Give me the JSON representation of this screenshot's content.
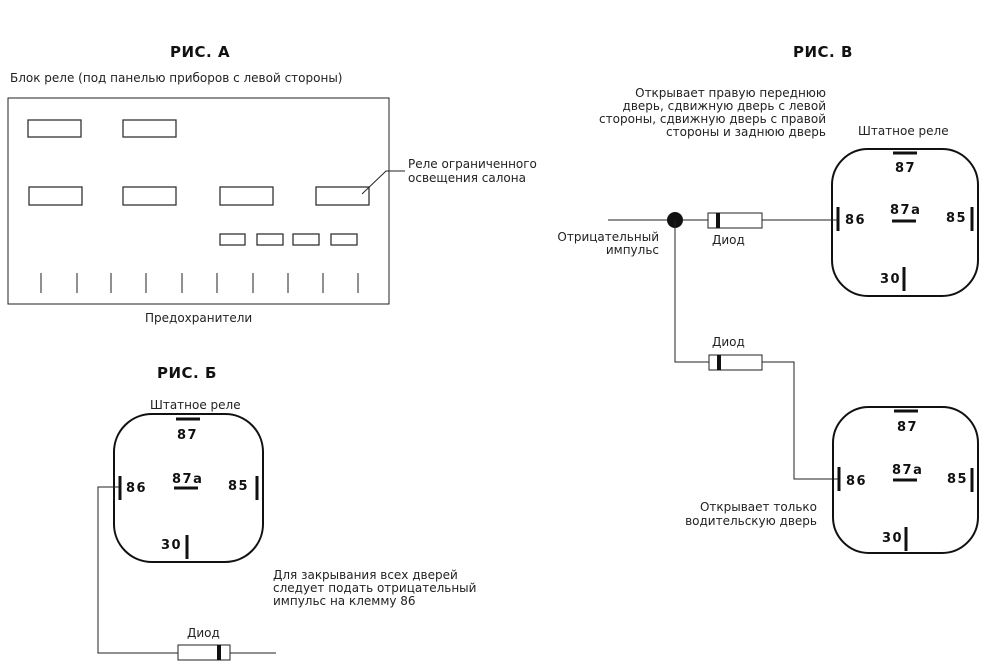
{
  "figures": {
    "a": {
      "title": "РИС. А",
      "caption": "Блок реле (под панелью приборов с левой стороны)",
      "relay_label": [
        "Реле ограниченного",
        "освещения салона"
      ],
      "fuses_label": "Предохранители"
    },
    "b": {
      "title": "РИС. Б",
      "relay_title": "Штатное реле",
      "pins": {
        "p87": "87",
        "p87a": "87a",
        "p86": "86",
        "p85": "85",
        "p30": "30"
      },
      "note": [
        "Для закрывания всех дверей",
        "следует подать отрицательный",
        "импульс на клемму 86"
      ],
      "diode_label": "Диод"
    },
    "c": {
      "title": "РИС. В",
      "top_note": [
        "Открывает правую переднюю",
        "дверь, сдвижную дверь с левой",
        "стороны, сдвижную дверь с правой",
        "стороны и заднюю дверь"
      ],
      "relay_title": "Штатное реле",
      "impulse_label": [
        "Отрицательный",
        "импульс"
      ],
      "diode1_label": "Диод",
      "diode2_label": "Диод",
      "bottom_note": [
        "Открывает только",
        "водительскую дверь"
      ],
      "relay1_pins": {
        "p87": "87",
        "p87a": "87a",
        "p86": "86",
        "p85": "85",
        "p30": "30"
      },
      "relay2_pins": {
        "p87": "87",
        "p87a": "87a",
        "p86": "86",
        "p85": "85",
        "p30": "30"
      }
    }
  }
}
